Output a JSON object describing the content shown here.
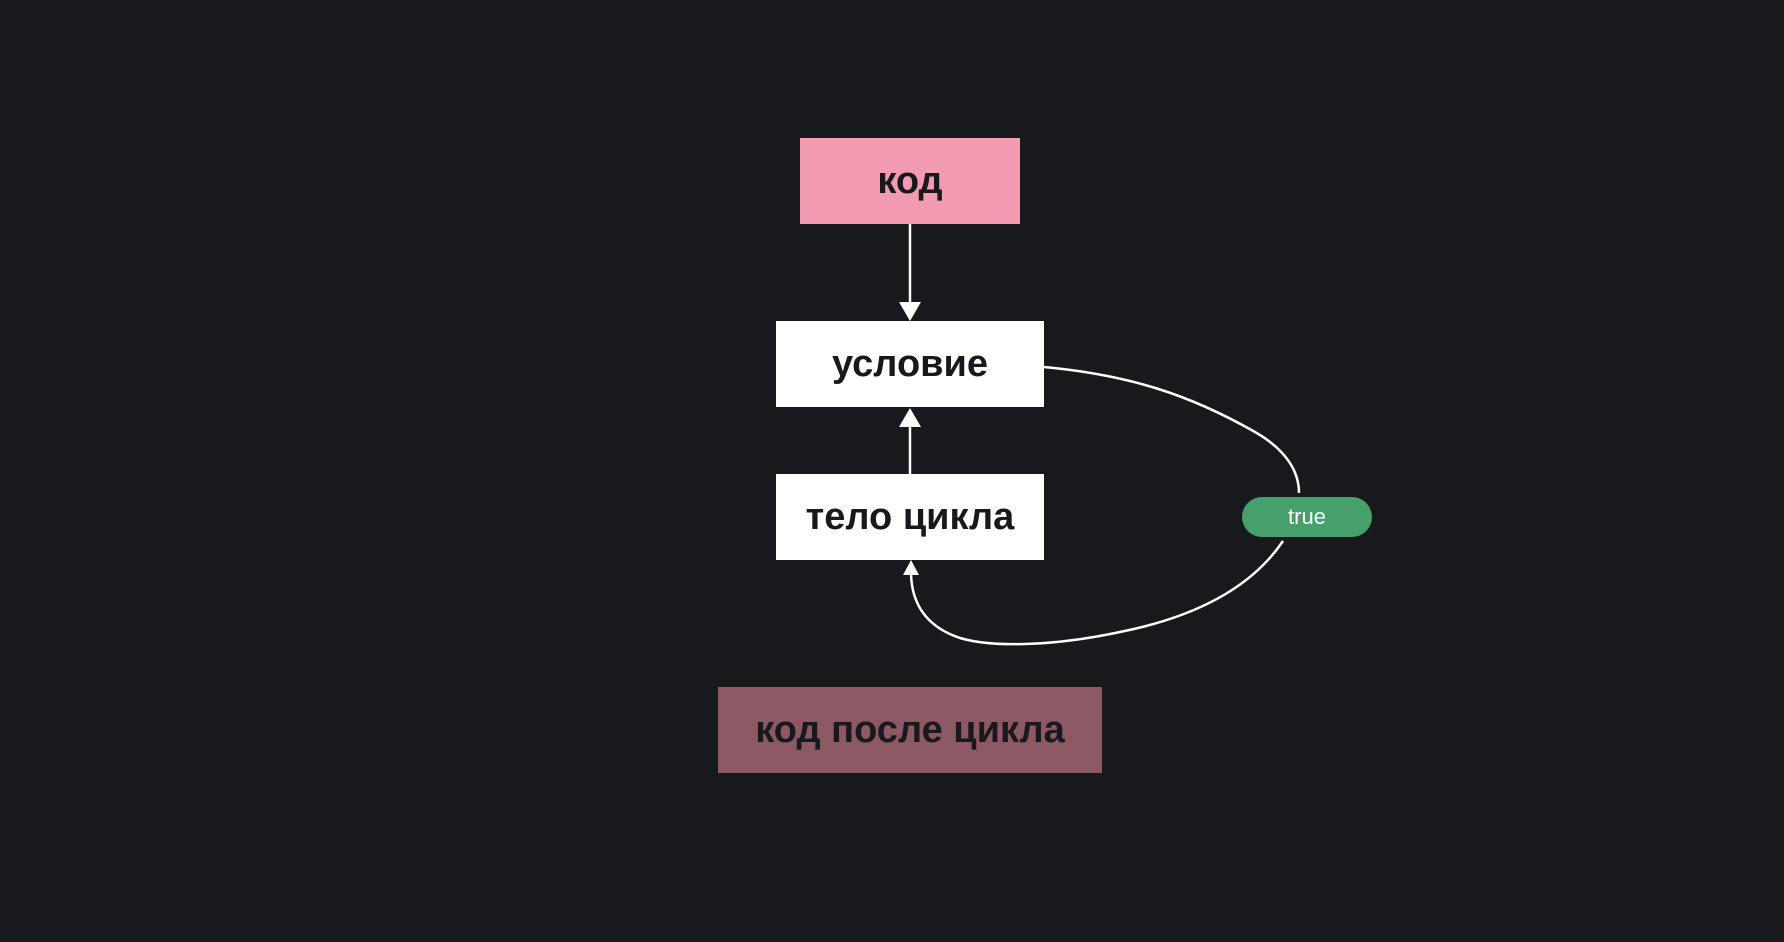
{
  "nodes": {
    "code": {
      "label": "код",
      "color": "#f39bb1"
    },
    "condition": {
      "label": "условие",
      "color": "#ffffff"
    },
    "loop_body": {
      "label": "тело цикла",
      "color": "#ffffff"
    },
    "after_loop": {
      "label": "код после цикла",
      "color": "#8c5864"
    }
  },
  "edges": {
    "loop_back_label": {
      "label": "true",
      "color": "#45a06b"
    }
  },
  "colors": {
    "background": "#18191d",
    "edge": "#ffffff",
    "node_text": "#18191d"
  }
}
